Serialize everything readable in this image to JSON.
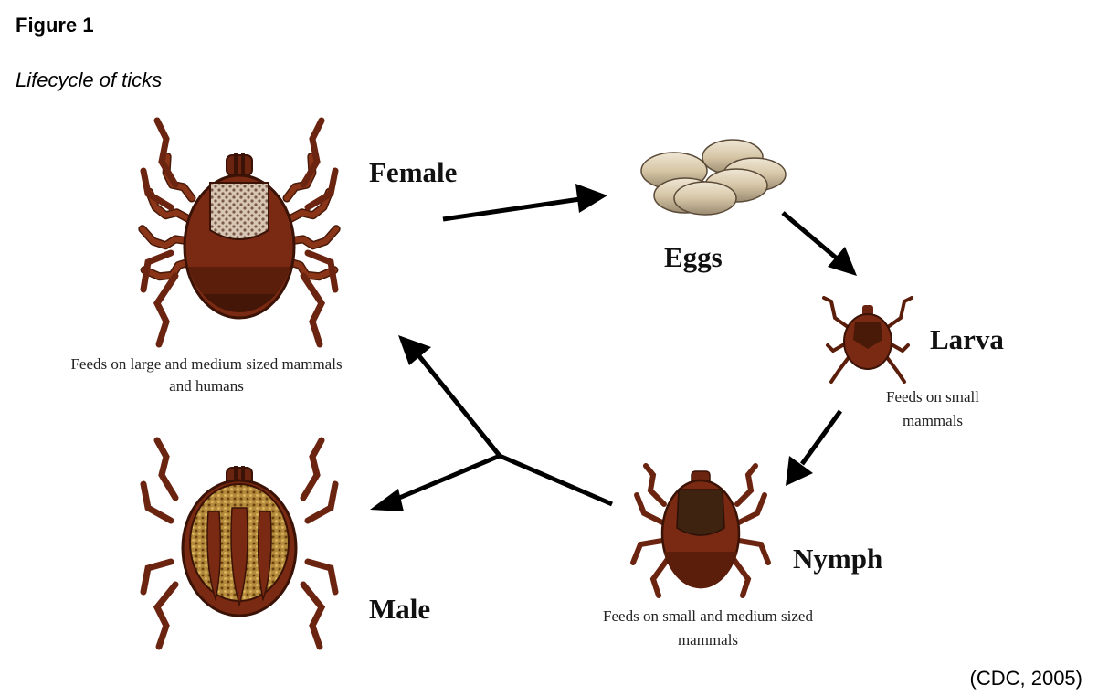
{
  "figure": {
    "label": "Figure 1",
    "caption": "Lifecycle of ticks",
    "citation": "(CDC, 2005)"
  },
  "stages": {
    "female": {
      "name": "Female",
      "desc_lines": [
        "Feeds on large and medium sized mammals",
        "and humans"
      ]
    },
    "eggs": {
      "name": "Eggs"
    },
    "larva": {
      "name": "Larva",
      "desc_lines": [
        "Feeds on small",
        "mammals"
      ]
    },
    "nymph": {
      "name": "Nymph",
      "desc_lines": [
        "Feeds on small and medium sized",
        "mammals"
      ]
    },
    "male": {
      "name": "Male"
    }
  },
  "icons": {
    "female": "female-tick-icon",
    "eggs": "egg-cluster-icon",
    "larva": "larva-tick-icon",
    "nymph": "nymph-tick-icon",
    "male": "male-tick-icon"
  },
  "colors": {
    "tick_body": "#7a2a12",
    "tick_dark": "#4a1a08",
    "scutum_female": "#d8c6b4",
    "scutum_male": "#b48a3c",
    "egg": "#d6c6a6",
    "arrow": "#000000"
  }
}
